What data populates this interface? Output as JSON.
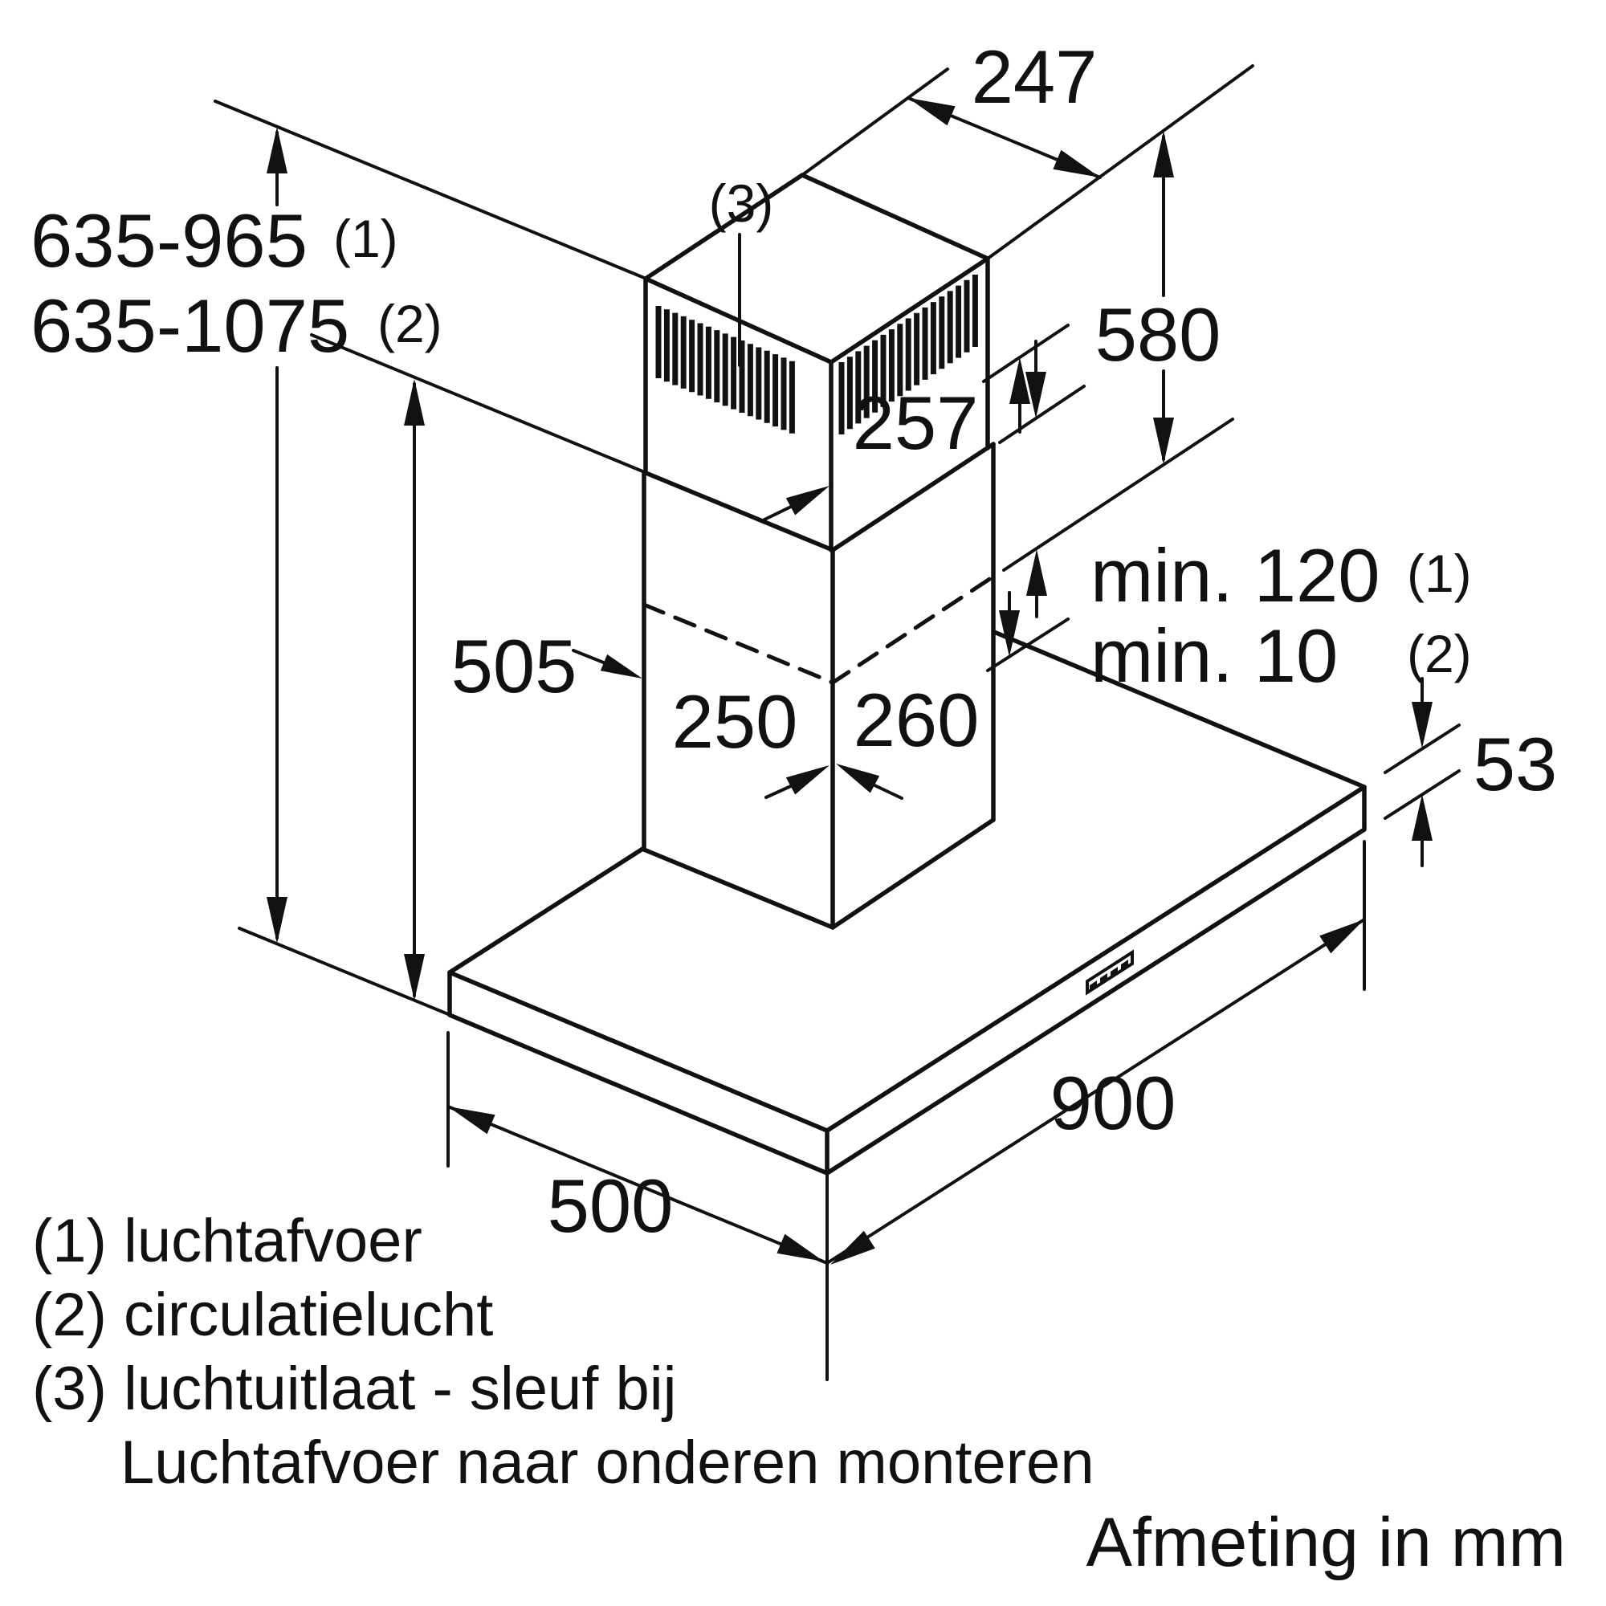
{
  "labels": {
    "height_duct": {
      "value": "635-965",
      "ref": "(1)"
    },
    "height_recirc": {
      "value": "635-1075",
      "ref": "(2)"
    },
    "slot_ref": "(3)",
    "top_width": "247",
    "upper_height": "580",
    "upper_visible": "257",
    "min_duct": {
      "value": "min. 120",
      "ref": "(1)"
    },
    "min_recirc": {
      "value": "min. 10",
      "ref": "(2)"
    },
    "lower_height": "505",
    "chimney_width": "250",
    "chimney_depth": "260",
    "body_height": "53",
    "body_width": "900",
    "body_depth": "500"
  },
  "legend": {
    "line1": "(1) luchtafvoer",
    "line2": "(2) circulatielucht",
    "line3": "(3) luchtuitlaat - sleuf bij",
    "line4": "Luchtafvoer naar onderen monteren"
  },
  "footer": {
    "units_note": "Afmeting in mm"
  },
  "colors": {
    "line": "#111111",
    "background": "#ffffff"
  }
}
